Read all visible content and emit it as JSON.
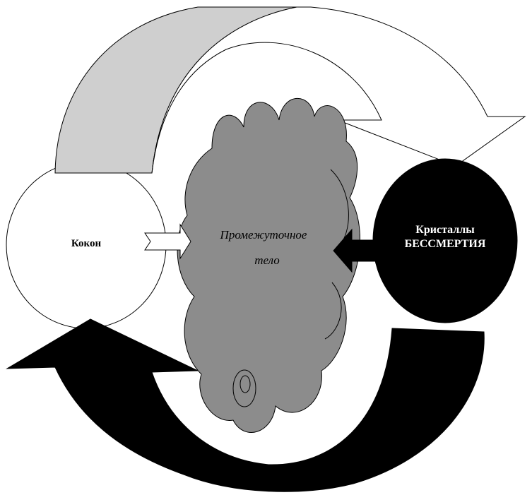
{
  "nodes": {
    "cocoon": {
      "label": "Кокон"
    },
    "intermediate_body": {
      "line1": "Промежуточное",
      "line2": "тело"
    },
    "crystals": {
      "line1": "Кристаллы",
      "line2": "БЕССМЕРТИЯ"
    }
  },
  "colors": {
    "background": "#ffffff",
    "outline": "#000000",
    "cocoon_fill": "#ffffff",
    "cloud_fill": "#8c8c8c",
    "crystals_fill": "#000000",
    "crystals_text": "#ffffff",
    "top_arrow_dark_face": "#cfcfcf",
    "top_arrow_light_face": "#ffffff",
    "bottom_arrow_fill": "#000000"
  }
}
